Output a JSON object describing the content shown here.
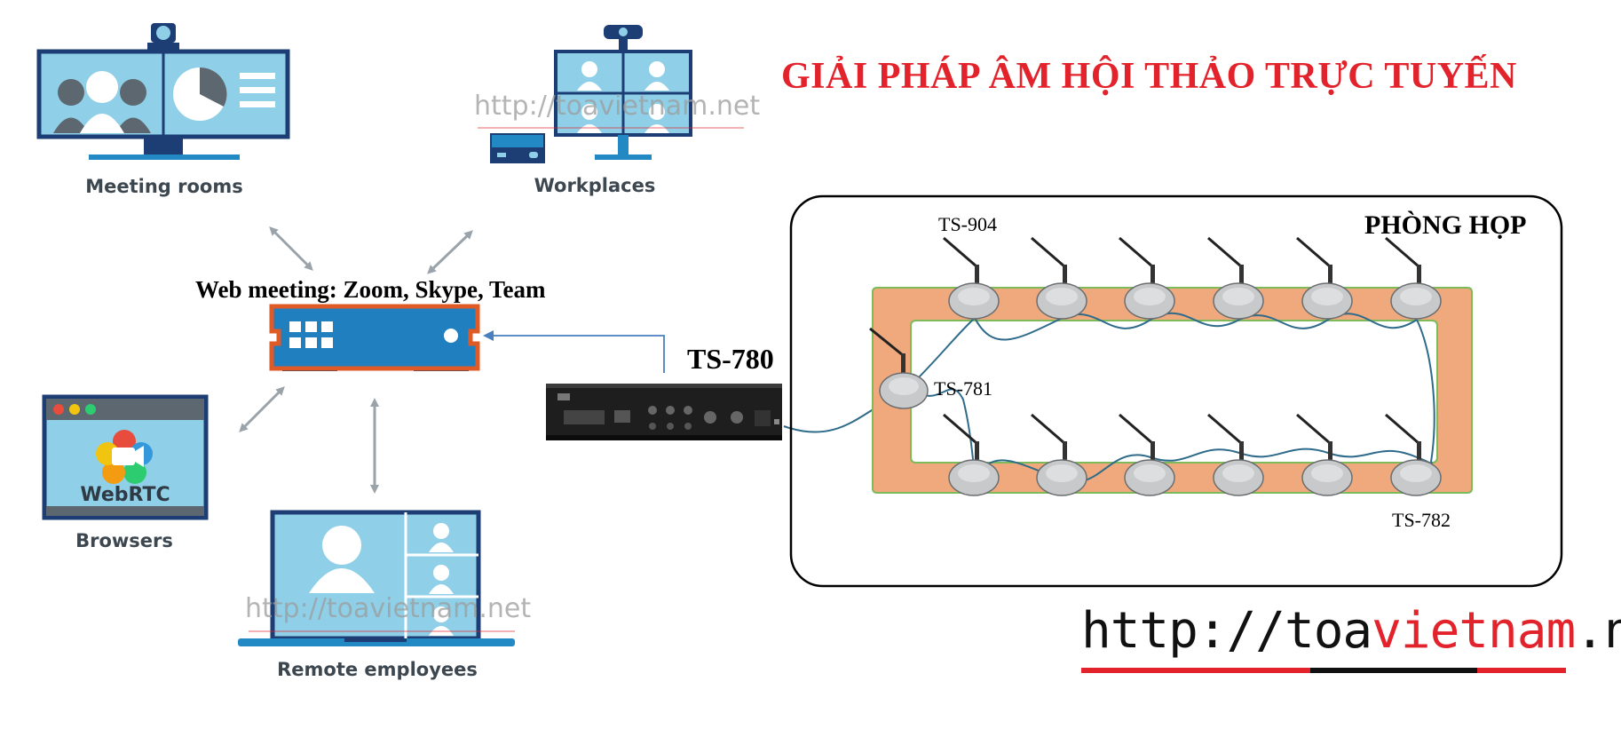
{
  "title": "GIẢI PHÁP ÂM HỘI THẢO TRỰC TUYẾN",
  "labels": {
    "meeting_rooms": "Meeting rooms",
    "workplaces": "Workplaces",
    "browsers": "Browsers",
    "remote_employees": "Remote employees",
    "webrtc": "WebRTC",
    "web_meeting": "Web meeting: Zoom, Skype, Team",
    "ts780": "TS-780",
    "room": "PHÒNG HỌP",
    "ts904": "TS-904",
    "ts781": "TS-781",
    "ts782": "TS-782"
  },
  "watermark": "http://toavietnam.net",
  "website": {
    "part1": "http://toa",
    "part2": "vietnam",
    "part3": ".net"
  },
  "colors": {
    "title": "#e3232b",
    "table": "#f0a97c",
    "monitor": "#1d3e74",
    "screen": "#8fd0e8",
    "cable": "#2e6b8a"
  }
}
